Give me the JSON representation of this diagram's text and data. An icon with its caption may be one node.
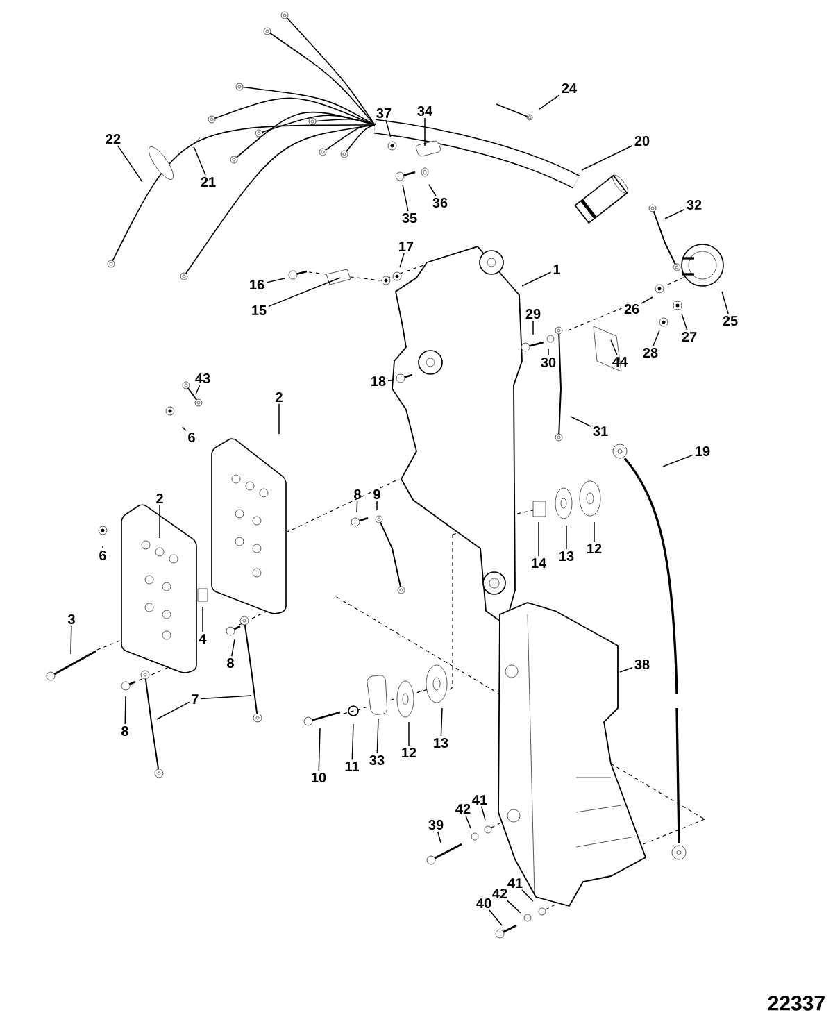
{
  "diagram": {
    "nodes": [
      {
        "text": [
          "24"
        ]
      },
      {
        "text": [
          "34"
        ]
      },
      {
        "text": [
          "37"
        ]
      },
      {
        "text": [
          "22"
        ]
      },
      {
        "text": [
          "20"
        ]
      },
      {
        "text": [
          "21"
        ]
      },
      {
        "text": [
          "36"
        ]
      },
      {
        "text": [
          "32"
        ]
      },
      {
        "text": [
          "35"
        ]
      },
      {
        "text": [
          "17"
        ]
      },
      {
        "text": [
          "1"
        ]
      },
      {
        "text": [
          "16"
        ]
      },
      {
        "text": [
          "15"
        ]
      },
      {
        "text": [
          "29"
        ]
      },
      {
        "text": [
          "26"
        ]
      },
      {
        "text": [
          "25"
        ]
      },
      {
        "text": [
          "27"
        ]
      },
      {
        "text": [
          "28"
        ]
      },
      {
        "text": [
          "30"
        ]
      },
      {
        "text": [
          "44"
        ]
      },
      {
        "text": [
          "18"
        ]
      },
      {
        "text": [
          "43"
        ]
      },
      {
        "text": [
          "2"
        ]
      },
      {
        "text": [
          "6"
        ]
      },
      {
        "text": [
          "31"
        ]
      },
      {
        "text": [
          "19"
        ]
      },
      {
        "text": [
          "2"
        ]
      },
      {
        "text": [
          "6"
        ]
      },
      {
        "text": [
          "8"
        ]
      },
      {
        "text": [
          "9"
        ]
      },
      {
        "text": [
          "12"
        ]
      },
      {
        "text": [
          "13"
        ]
      },
      {
        "text": [
          "14"
        ]
      },
      {
        "text": [
          "3"
        ]
      },
      {
        "text": [
          "4"
        ]
      },
      {
        "text": [
          "8"
        ]
      },
      {
        "text": [
          "38"
        ]
      },
      {
        "text": [
          "7"
        ]
      },
      {
        "text": [
          "8"
        ]
      },
      {
        "text": [
          "11"
        ]
      },
      {
        "text": [
          "10"
        ]
      },
      {
        "text": [
          "33"
        ]
      },
      {
        "text": [
          "12"
        ]
      },
      {
        "text": [
          "13"
        ]
      },
      {
        "text": [
          "41"
        ]
      },
      {
        "text": [
          "42"
        ]
      },
      {
        "text": [
          "39"
        ]
      },
      {
        "text": [
          "41"
        ]
      },
      {
        "text": [
          "42"
        ]
      },
      {
        "text": [
          "40"
        ]
      }
    ],
    "edges": [
      {
        "from": 0,
        "to": null,
        "arrow": "none"
      },
      {
        "from": 1,
        "to": null,
        "arrow": "none"
      },
      {
        "from": 2,
        "to": null,
        "arrow": "none"
      },
      {
        "from": 3,
        "to": null,
        "arrow": "none"
      },
      {
        "from": 4,
        "to": null,
        "arrow": "none"
      },
      {
        "from": 5,
        "to": null,
        "arrow": "none"
      },
      {
        "from": 6,
        "to": null,
        "arrow": "none"
      },
      {
        "from": 7,
        "to": null,
        "arrow": "none"
      },
      {
        "from": 8,
        "to": null,
        "arrow": "none"
      },
      {
        "from": 9,
        "to": null,
        "arrow": "none"
      },
      {
        "from": 10,
        "to": null,
        "arrow": "none"
      },
      {
        "from": 11,
        "to": null,
        "arrow": "none"
      },
      {
        "from": 12,
        "to": null,
        "arrow": "none"
      },
      {
        "from": 13,
        "to": null,
        "arrow": "none"
      },
      {
        "from": 14,
        "to": null,
        "arrow": "none"
      },
      {
        "from": 15,
        "to": null,
        "arrow": "none"
      },
      {
        "from": 16,
        "to": null,
        "arrow": "none"
      },
      {
        "from": 17,
        "to": null,
        "arrow": "none"
      },
      {
        "from": 18,
        "to": null,
        "arrow": "none"
      },
      {
        "from": 19,
        "to": null,
        "arrow": "none"
      },
      {
        "from": 20,
        "to": null,
        "arrow": "none"
      },
      {
        "from": 21,
        "to": null,
        "arrow": "none"
      },
      {
        "from": 22,
        "to": null,
        "arrow": "none"
      },
      {
        "from": 23,
        "to": null,
        "arrow": "none"
      },
      {
        "from": 24,
        "to": null,
        "arrow": "none"
      },
      {
        "from": 25,
        "to": null,
        "arrow": "none"
      },
      {
        "from": 26,
        "to": null,
        "arrow": "none"
      },
      {
        "from": 27,
        "to": null,
        "arrow": "none"
      },
      {
        "from": 28,
        "to": null,
        "arrow": "none"
      },
      {
        "from": 29,
        "to": null,
        "arrow": "none"
      },
      {
        "from": 30,
        "to": null,
        "arrow": "none"
      },
      {
        "from": 31,
        "to": null,
        "arrow": "none"
      },
      {
        "from": 32,
        "to": null,
        "arrow": "none"
      },
      {
        "from": 33,
        "to": null,
        "arrow": "none"
      },
      {
        "from": 34,
        "to": null,
        "arrow": "none"
      },
      {
        "from": 35,
        "to": null,
        "arrow": "none"
      },
      {
        "from": 36,
        "to": null,
        "arrow": "none"
      },
      {
        "from": 37,
        "to": null,
        "arrow": "none"
      },
      {
        "from": 37,
        "to": null,
        "arrow": "none"
      },
      {
        "from": 38,
        "to": null,
        "arrow": "none"
      },
      {
        "from": 39,
        "to": null,
        "arrow": "none"
      },
      {
        "from": 40,
        "to": null,
        "arrow": "none"
      },
      {
        "from": 41,
        "to": null,
        "arrow": "none"
      },
      {
        "from": 42,
        "to": null,
        "arrow": "none"
      },
      {
        "from": 43,
        "to": null,
        "arrow": "none"
      },
      {
        "from": 44,
        "to": null,
        "arrow": "none"
      },
      {
        "from": 45,
        "to": null,
        "arrow": "none"
      },
      {
        "from": 46,
        "to": null,
        "arrow": "none"
      },
      {
        "from": 47,
        "to": null,
        "arrow": "none"
      },
      {
        "from": 48,
        "to": null,
        "arrow": "none"
      },
      {
        "from": 49,
        "to": null,
        "arrow": "none"
      }
    ],
    "labels": [
      "22337"
    ]
  }
}
